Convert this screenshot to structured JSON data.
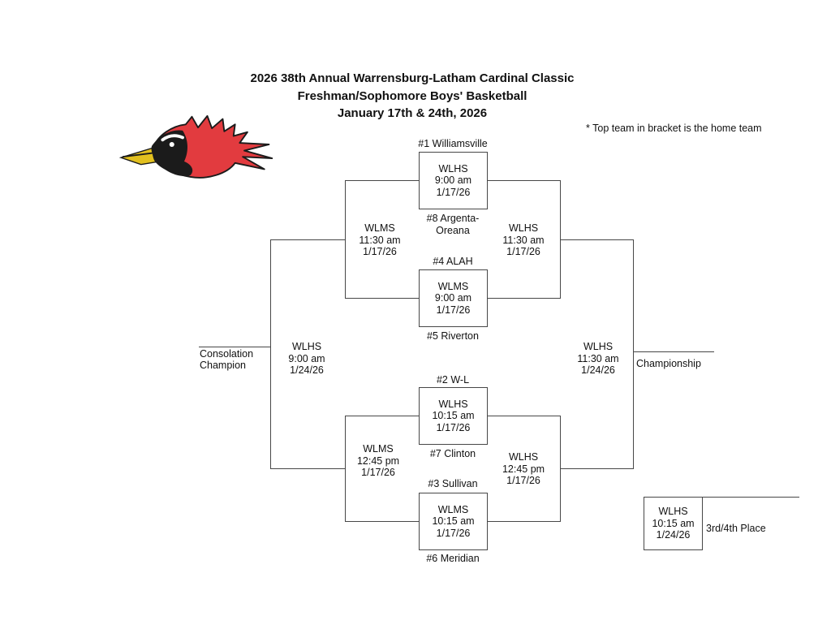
{
  "title": {
    "line1": "2026 38th Annual Warrensburg-Latham Cardinal Classic",
    "line2": "Freshman/Sophomore Boys' Basketball",
    "line3": "January 17th & 24th, 2026"
  },
  "note": "* Top team in bracket is the home team",
  "logo": {
    "name": "cardinal-head-logo",
    "colors": {
      "red": "#e23b3f",
      "black": "#1b1b1b",
      "beak_yellow": "#e2c01f"
    }
  },
  "bracket": {
    "round1_games": [
      {
        "top_seed": "#1 Williamsville",
        "bottom_seed": "#8 Argenta-Oreana",
        "site": "WLHS",
        "time": "9:00 am",
        "date": "1/17/26"
      },
      {
        "top_seed": "#4 ALAH",
        "bottom_seed": "#5 Riverton",
        "site": "WLMS",
        "time": "9:00 am",
        "date": "1/17/26"
      },
      {
        "top_seed": "#2 W-L",
        "bottom_seed": "#7 Clinton",
        "site": "WLHS",
        "time": "10:15 am",
        "date": "1/17/26"
      },
      {
        "top_seed": "#3 Sullivan",
        "bottom_seed": "#6 Meridian",
        "site": "WLMS",
        "time": "10:15 am",
        "date": "1/17/26"
      }
    ],
    "consolation_semifinals": [
      {
        "site": "WLMS",
        "time": "11:30 am",
        "date": "1/17/26"
      },
      {
        "site": "WLMS",
        "time": "12:45 pm",
        "date": "1/17/26"
      }
    ],
    "championship_semifinals": [
      {
        "site": "WLHS",
        "time": "11:30 am",
        "date": "1/17/26"
      },
      {
        "site": "WLHS",
        "time": "12:45 pm",
        "date": "1/17/26"
      }
    ],
    "consolation_final": {
      "site": "WLHS",
      "time": "9:00 am",
      "date": "1/24/26",
      "label": "Consolation Champion"
    },
    "championship_final": {
      "site": "WLHS",
      "time": "11:30 am",
      "date": "1/24/26",
      "label": "Championship"
    },
    "third_place_game": {
      "site": "WLHS",
      "time": "10:15 am",
      "date": "1/24/26",
      "label": "3rd/4th Place"
    }
  }
}
